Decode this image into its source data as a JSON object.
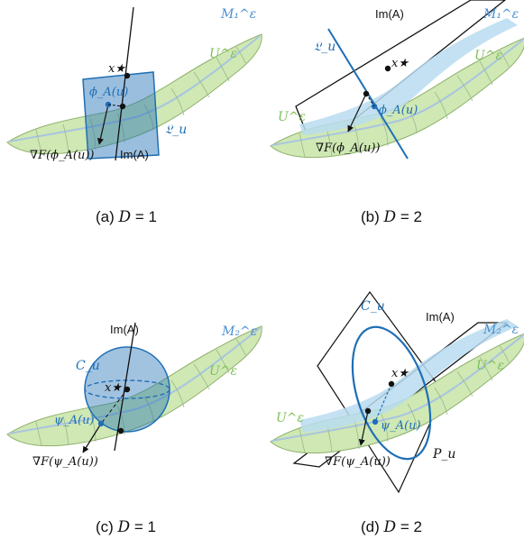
{
  "colors": {
    "manifold_green": "#cfe8b4",
    "manifold_edge": "#8fb26c",
    "inner_blue": "#b9dcf0",
    "accent_blue": "#1f6fb5",
    "ink": "#111111",
    "label_green": "#7fbf5a",
    "label_blue": "#4a8fd0"
  },
  "panels": [
    {
      "id": "a",
      "caption_prefix": "(a) ",
      "caption_math": "D = 1",
      "labels": {
        "manifold": "M₁^ε",
        "neighborhood": "U^ε",
        "star": "x★",
        "phi": "ϕ_A(u)",
        "line": "𝔏_u",
        "grad": "∇F(ϕ_A(u))",
        "im": "Im(A)"
      }
    },
    {
      "id": "b",
      "caption_prefix": "(b) ",
      "caption_math": "D = 2",
      "labels": {
        "manifold": "M₁^ε",
        "neighborhood": "U^ε",
        "star": "x★",
        "phi": "ϕ_A(u)",
        "line": "𝔏_u",
        "grad": "∇F(ϕ_A(u))",
        "im": "Im(A)"
      }
    },
    {
      "id": "c",
      "caption_prefix": "(c) ",
      "caption_math": "D = 1",
      "labels": {
        "manifold": "M₂^ε",
        "neighborhood": "U^ε",
        "star": "x★",
        "psi": "ψ_A(u)",
        "circle": "C_u",
        "grad": "∇F(ψ_A(u))",
        "im": "Im(A)"
      }
    },
    {
      "id": "d",
      "caption_prefix": "(d) ",
      "caption_math": "D = 2",
      "labels": {
        "manifold": "M₂^ε",
        "neighborhood": "U^ε",
        "star": "x★",
        "psi": "ψ_A(u)",
        "circle": "C_u",
        "plane": "P_u",
        "grad": "∇F(ψ_A(u))",
        "im": "Im(A)"
      }
    }
  ],
  "caption_text": {
    "a": [
      "(a) ",
      "D",
      " = 1"
    ],
    "b": [
      "(b) ",
      "D",
      " = 2"
    ],
    "c": [
      "(c) ",
      "D",
      " = 1"
    ],
    "d": [
      "(d) ",
      "D",
      " = 2"
    ]
  }
}
